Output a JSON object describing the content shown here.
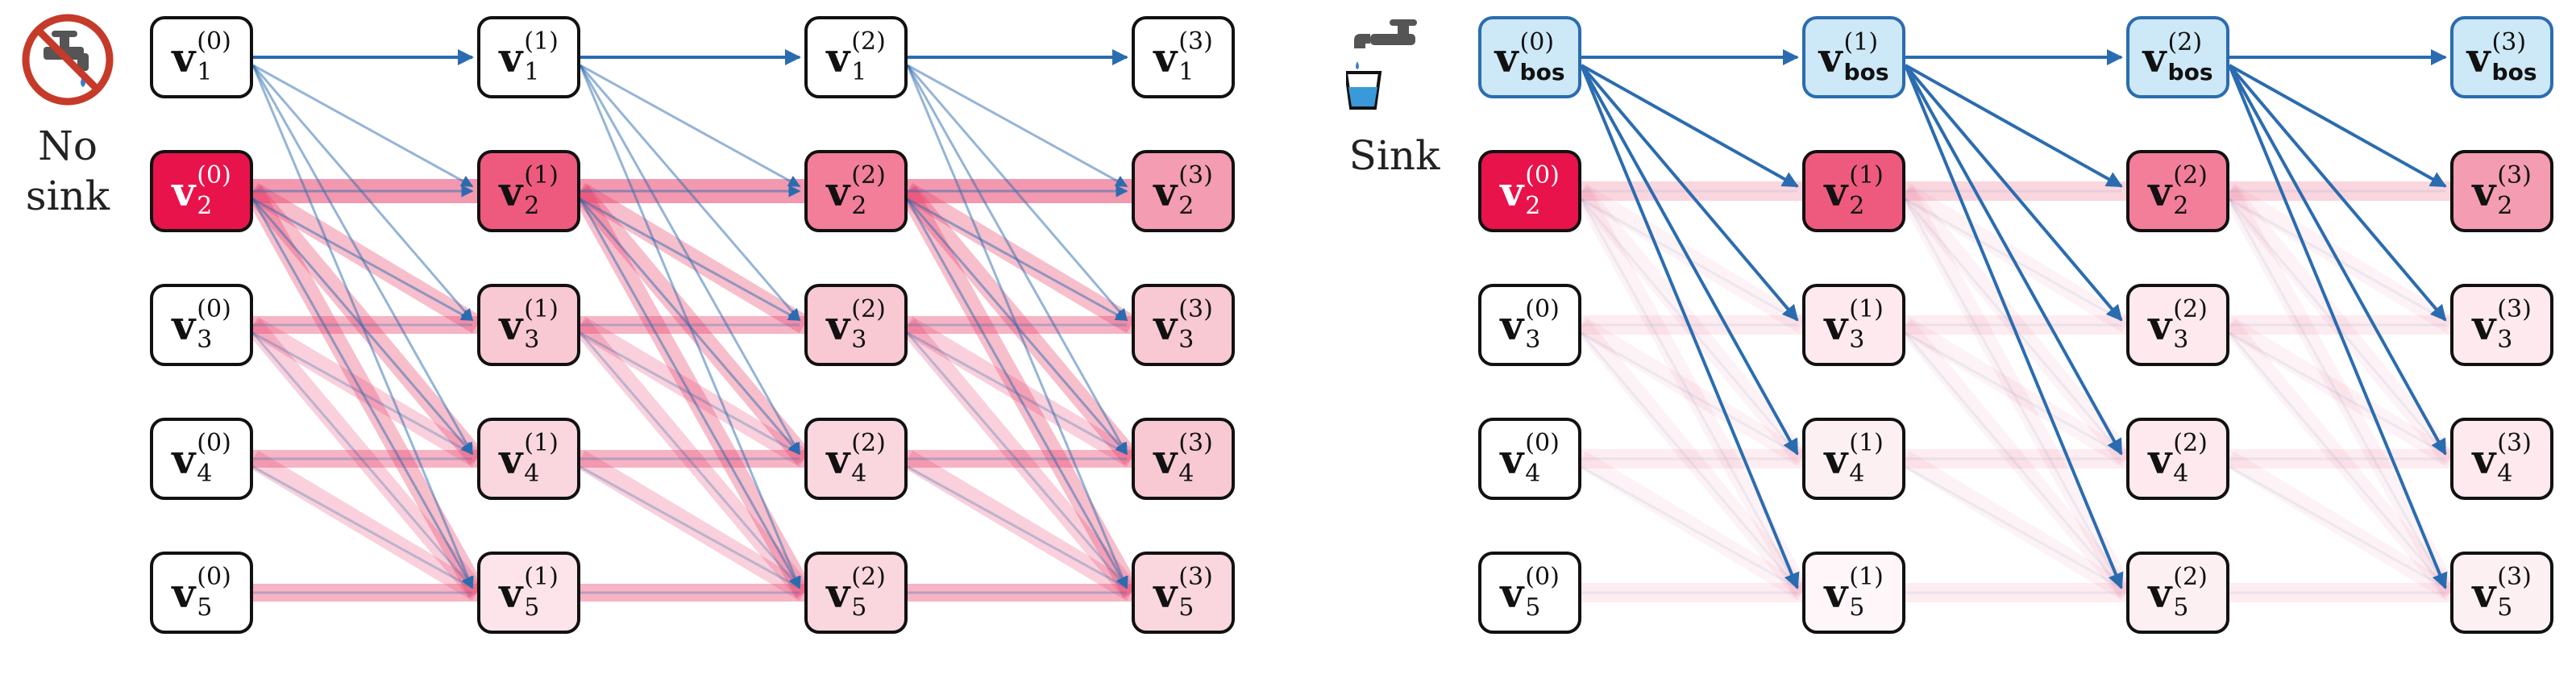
{
  "labels": {
    "no_sink": "No\nsink",
    "sink": "Sink"
  },
  "icons": {
    "no_sink_icon": "no-water-faucet-icon",
    "sink_icon": "water-faucet-with-glass-icon"
  },
  "colors": {
    "blue_arrow": "#2b6cb0",
    "pink_flow": "#e8446e",
    "node_highlight": "#e8134a",
    "bos_node_fill": "#cde8f6"
  },
  "left_panel": {
    "rows": [
      {
        "sub": "1",
        "nodes": [
          {
            "sup": "(0)"
          },
          {
            "sup": "(1)"
          },
          {
            "sup": "(2)"
          },
          {
            "sup": "(3)"
          }
        ]
      },
      {
        "sub": "2",
        "nodes": [
          {
            "sup": "(0)"
          },
          {
            "sup": "(1)"
          },
          {
            "sup": "(2)"
          },
          {
            "sup": "(3)"
          }
        ]
      },
      {
        "sub": "3",
        "nodes": [
          {
            "sup": "(0)"
          },
          {
            "sup": "(1)"
          },
          {
            "sup": "(2)"
          },
          {
            "sup": "(3)"
          }
        ]
      },
      {
        "sub": "4",
        "nodes": [
          {
            "sup": "(0)"
          },
          {
            "sup": "(1)"
          },
          {
            "sup": "(2)"
          },
          {
            "sup": "(3)"
          }
        ]
      },
      {
        "sub": "5",
        "nodes": [
          {
            "sup": "(0)"
          },
          {
            "sup": "(1)"
          },
          {
            "sup": "(2)"
          },
          {
            "sup": "(3)"
          }
        ]
      }
    ]
  },
  "right_panel": {
    "rows": [
      {
        "sub": "bos",
        "nodes": [
          {
            "sup": "(0)"
          },
          {
            "sup": "(1)"
          },
          {
            "sup": "(2)"
          },
          {
            "sup": "(3)"
          }
        ]
      },
      {
        "sub": "2",
        "nodes": [
          {
            "sup": "(0)"
          },
          {
            "sup": "(1)"
          },
          {
            "sup": "(2)"
          },
          {
            "sup": "(3)"
          }
        ]
      },
      {
        "sub": "3",
        "nodes": [
          {
            "sup": "(0)"
          },
          {
            "sup": "(1)"
          },
          {
            "sup": "(2)"
          },
          {
            "sup": "(3)"
          }
        ]
      },
      {
        "sub": "4",
        "nodes": [
          {
            "sup": "(0)"
          },
          {
            "sup": "(1)"
          },
          {
            "sup": "(2)"
          },
          {
            "sup": "(3)"
          }
        ]
      },
      {
        "sub": "5",
        "nodes": [
          {
            "sup": "(0)"
          },
          {
            "sup": "(1)"
          },
          {
            "sup": "(2)"
          },
          {
            "sup": "(3)"
          }
        ]
      }
    ]
  },
  "node_symbol": "v"
}
